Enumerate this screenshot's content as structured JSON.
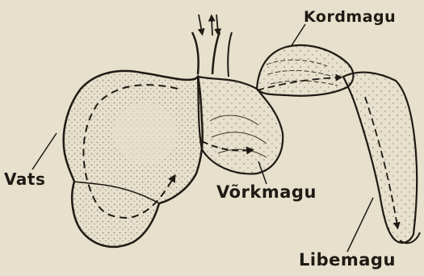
{
  "labels": {
    "kordmagu": "Kordmagu",
    "vats": "Vats",
    "vorkmagu": "Võrkmagu",
    "libemagu": "Libemagu"
  },
  "colors": {
    "paper": "#e6e0cc",
    "ink": "#1e1a14",
    "stipple": "#5a5040"
  }
}
